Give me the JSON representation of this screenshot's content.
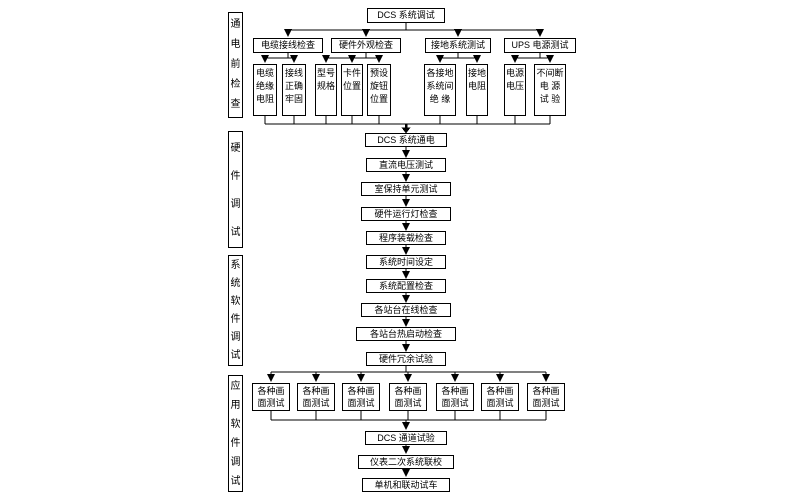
{
  "title": "DCS 系统调试",
  "sections": [
    {
      "label": "通电前检查"
    },
    {
      "label": "硬件调试"
    },
    {
      "label": "系统软件调试"
    },
    {
      "label": "应用软件调试"
    }
  ],
  "pre_power_check": {
    "categories": [
      {
        "label": "电缆接线检查",
        "subs": [
          "电缆\n绝缘\n电阻",
          "接线\n正确\n牢固"
        ]
      },
      {
        "label": "硬件外观检查",
        "subs": [
          "型号\n规格",
          "卡件\n位置",
          "预设\n旋钮\n位置"
        ]
      },
      {
        "label": "接地系统测试",
        "subs": [
          "各接地\n系统间\n绝 缘",
          "接地\n电阻"
        ]
      },
      {
        "label": "UPS 电源测试",
        "subs": [
          "电源\n电压",
          "不间断\n电 源\n试 验"
        ]
      }
    ]
  },
  "hardware_debug_steps": [
    "DCS 系统通电",
    "直流电压测试",
    "室保持单元测试",
    "硬件运行灯检查",
    "程序装载检查"
  ],
  "system_software_steps": [
    "系统时间设定",
    "系统配置检查",
    "各站台在线检查",
    "各站台热启动检查",
    "硬件冗余试验"
  ],
  "app_software": {
    "screen_tests": [
      "各种画\n面测试",
      "各种画\n面测试",
      "各种画\n面测试",
      "各种画\n面测试",
      "各种画\n面测试",
      "各种画\n面测试",
      "各种画\n面测试"
    ],
    "final_steps": [
      "DCS 通道试验",
      "仪表二次系统联校",
      "单机和联动试车"
    ]
  }
}
